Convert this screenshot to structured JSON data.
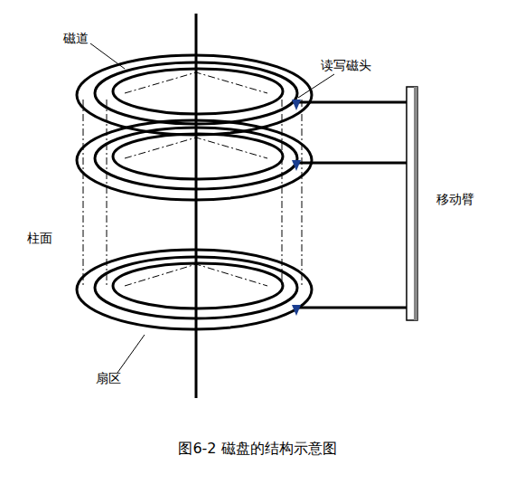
{
  "diagram": {
    "caption": "图6-2 磁盘的结构示意图",
    "labels": [
      "磁道",
      "读写磁头",
      "移动臂",
      "柱面",
      "扇区"
    ]
  }
}
